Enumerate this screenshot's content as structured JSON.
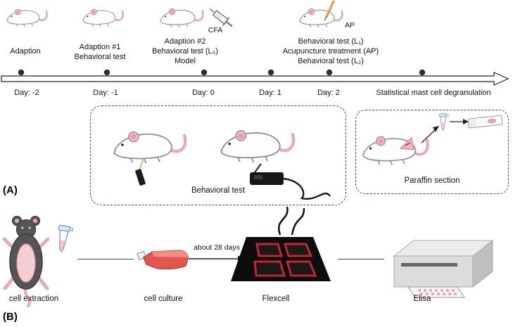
{
  "figure": {
    "panel_a": {
      "label": "(A)",
      "stages": [
        {
          "lines": [
            "Adaption"
          ]
        },
        {
          "lines": [
            "Adaption #1",
            "Behavioral test"
          ]
        },
        {
          "lines": [
            "Adaption #2",
            "Behavioral test (L₀)",
            "Model"
          ],
          "annotation": "CFA"
        },
        {
          "lines": [
            "Behavioral test (L₁)",
            "Acupuncture treatment (AP)",
            "Behavioral test (L₂)"
          ],
          "annotation": "AP"
        }
      ],
      "timeline_ticks": [
        "Day: -2",
        "Day: -1",
        "Day: 0",
        "Day: 1",
        "Day: 2",
        "Statistical mast cell degranulation"
      ],
      "behavioral_box_label": "Behavioral test",
      "paraffin_box_label": "Paraffin section"
    },
    "panel_b": {
      "label": "(B)",
      "arrow_label": "about 28 days",
      "step_labels": [
        "cell extraction",
        "cell culture",
        "Flexcell",
        "Elisa"
      ]
    },
    "icons": [
      "mouse-icon",
      "syringe-icon",
      "acupuncture-needle-icon",
      "timeline-arrow",
      "von-frey-device-icon",
      "electronic-device-icon",
      "tissue-patch-icon",
      "microcentrifuge-tube-icon",
      "glass-slide-icon",
      "dissected-mouse-icon",
      "culture-flask-icon",
      "flexcell-plate-icon",
      "elisa-reader-icon"
    ],
    "colors": {
      "dashed_border": "#3c4d6b",
      "mouse_pink": "#f2b9c0",
      "flexcell_red": "#c1272d",
      "flask_red": "#e2574d",
      "plate_black": "#0d0d0d",
      "timeline_dot": "#2f2f2f"
    }
  }
}
